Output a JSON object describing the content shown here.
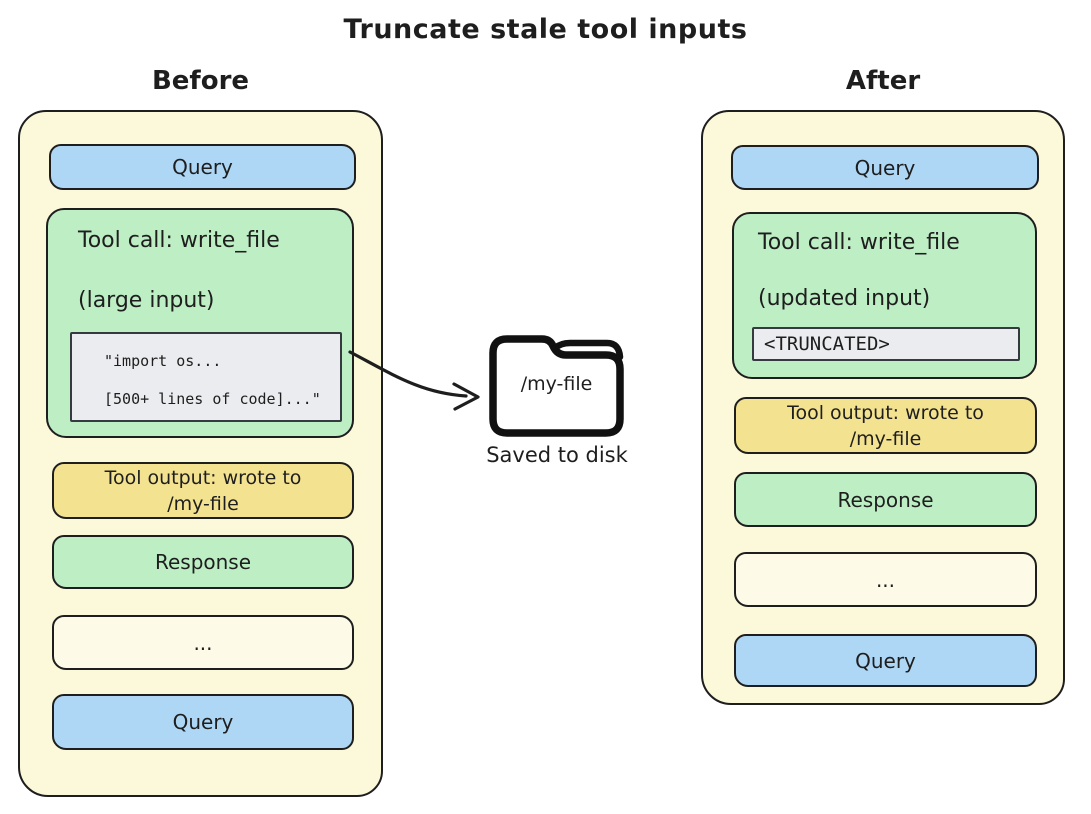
{
  "title": "Truncate stale tool inputs",
  "colors": {
    "ink": "#1e1e1e",
    "paper": "#ffffff",
    "panel": "#fcf8da",
    "blue": "#aed7f6",
    "green": "#bdeec4",
    "yellow": "#f3e28f",
    "code-bg": "#ebecef",
    "code-border": "#343a40",
    "cream": "#fdfbe8",
    "folder-ink": "#111111"
  },
  "before": {
    "label": "Before",
    "query_top": "Query",
    "tool_call": {
      "title": "Tool call: write_file",
      "subtitle": "(large input)",
      "code_line1": "\"import os...",
      "code_line2": "[500+ lines of code]...\""
    },
    "tool_output_line1": "Tool output: wrote to",
    "tool_output_line2": "/my-file",
    "response": "Response",
    "ellipsis": "...",
    "query_bottom": "Query"
  },
  "after": {
    "label": "After",
    "query_top": "Query",
    "tool_call": {
      "title": "Tool call: write_file",
      "subtitle": "(updated input)",
      "truncated": "<TRUNCATED>"
    },
    "tool_output_line1": "Tool output: wrote to",
    "tool_output_line2": "/my-file",
    "response": "Response",
    "ellipsis": "...",
    "query_bottom": "Query"
  },
  "folder": {
    "filename": "/my-file",
    "caption": "Saved to disk"
  }
}
